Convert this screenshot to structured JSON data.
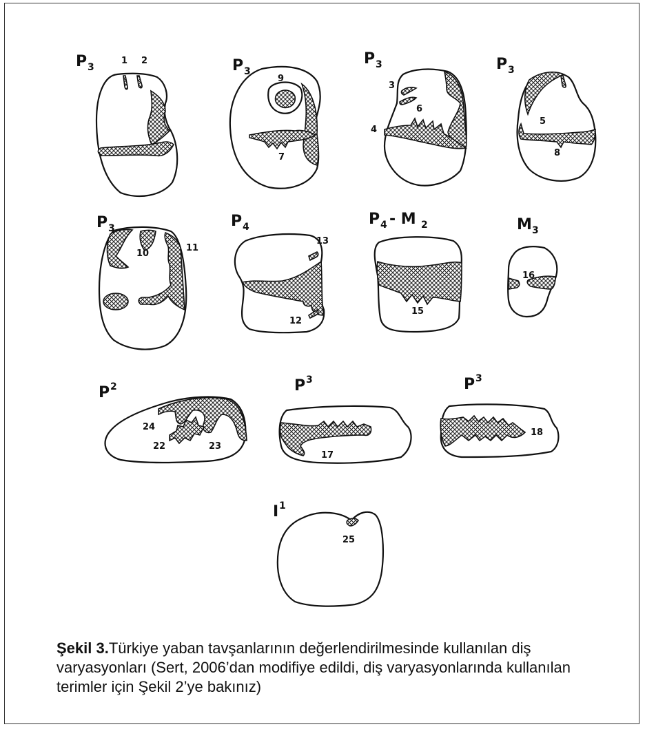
{
  "figure": {
    "panels": [
      {
        "id": "p3a",
        "label": "P",
        "sub": "3",
        "pos": "sub",
        "numbers": [
          "1",
          "2"
        ]
      },
      {
        "id": "p3b",
        "label": "P",
        "sub": "3",
        "pos": "sub",
        "numbers": [
          "9",
          "7"
        ]
      },
      {
        "id": "p3c",
        "label": "P",
        "sub": "3",
        "pos": "sub",
        "numbers": [
          "3",
          "6",
          "4"
        ]
      },
      {
        "id": "p3d",
        "label": "P",
        "sub": "3",
        "pos": "sub",
        "numbers": [
          "5",
          "8"
        ]
      },
      {
        "id": "p3e",
        "label": "P",
        "sub": "3",
        "pos": "sub",
        "numbers": [
          "10",
          "11"
        ]
      },
      {
        "id": "p4",
        "label": "P",
        "sub": "4",
        "pos": "sub",
        "numbers": [
          "13",
          "12"
        ]
      },
      {
        "id": "p4m2",
        "label": "P",
        "sub": "4",
        "label2": "- M",
        "sub2": "2",
        "pos": "sub",
        "numbers": [
          "15"
        ]
      },
      {
        "id": "m3",
        "label": "M",
        "sub": "3",
        "pos": "sub",
        "numbers": [
          "16"
        ]
      },
      {
        "id": "P2",
        "label": "P",
        "sub": "2",
        "pos": "sup",
        "numbers": [
          "24",
          "22",
          "23"
        ]
      },
      {
        "id": "P3a",
        "label": "P",
        "sub": "3",
        "pos": "sup",
        "numbers": [
          "17"
        ]
      },
      {
        "id": "P3b",
        "label": "P",
        "sub": "3",
        "pos": "sup",
        "numbers": [
          "18"
        ]
      },
      {
        "id": "I1",
        "label": "I",
        "sub": "1",
        "pos": "sup",
        "numbers": [
          "25"
        ]
      }
    ]
  },
  "caption": {
    "bold": "Şekil 3.",
    "text": "Türkiye yaban tavşanlarının değerlendirilmesinde kullanılan diş varyasyonları (Sert, 2006’dan modifiye edildi, diş varyasyonlarında kullanılan terimler için Şekil 2’ye bakınız)"
  }
}
